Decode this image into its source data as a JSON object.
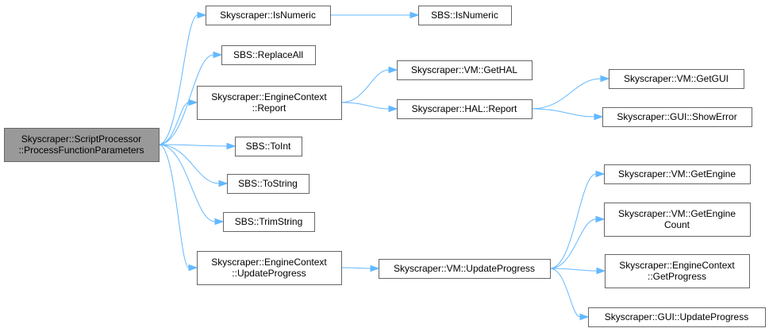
{
  "diagram": {
    "nodes": [
      {
        "id": "root",
        "lines": [
          "Skyscraper::ScriptProcessor",
          "::ProcessFunctionParameters"
        ],
        "root": true
      },
      {
        "id": "sky_isnumeric",
        "lines": [
          "Skyscraper::IsNumeric"
        ]
      },
      {
        "id": "sbs_isnumeric",
        "lines": [
          "SBS::IsNumeric"
        ]
      },
      {
        "id": "sbs_replaceall",
        "lines": [
          "SBS::ReplaceAll"
        ]
      },
      {
        "id": "ec_report",
        "lines": [
          "Skyscraper::EngineContext",
          "::Report"
        ]
      },
      {
        "id": "vm_gethal",
        "lines": [
          "Skyscraper::VM::GetHAL"
        ]
      },
      {
        "id": "hal_report",
        "lines": [
          "Skyscraper::HAL::Report"
        ]
      },
      {
        "id": "vm_getgui",
        "lines": [
          "Skyscraper::VM::GetGUI"
        ]
      },
      {
        "id": "gui_showerror",
        "lines": [
          "Skyscraper::GUI::ShowError"
        ]
      },
      {
        "id": "sbs_toint",
        "lines": [
          "SBS::ToInt"
        ]
      },
      {
        "id": "sbs_tostring",
        "lines": [
          "SBS::ToString"
        ]
      },
      {
        "id": "sbs_trimstring",
        "lines": [
          "SBS::TrimString"
        ]
      },
      {
        "id": "ec_updateprogress",
        "lines": [
          "Skyscraper::EngineContext",
          "::UpdateProgress"
        ]
      },
      {
        "id": "vm_updateprogress",
        "lines": [
          "Skyscraper::VM::UpdateProgress"
        ]
      },
      {
        "id": "vm_getengine",
        "lines": [
          "Skyscraper::VM::GetEngine"
        ]
      },
      {
        "id": "vm_getenginecount",
        "lines": [
          "Skyscraper::VM::GetEngine",
          "Count"
        ]
      },
      {
        "id": "ec_getprogress",
        "lines": [
          "Skyscraper::EngineContext",
          "::GetProgress"
        ]
      },
      {
        "id": "gui_updateprogress",
        "lines": [
          "Skyscraper::GUI::UpdateProgress"
        ]
      }
    ],
    "edges": [
      {
        "from": "root",
        "to": "sky_isnumeric"
      },
      {
        "from": "root",
        "to": "sbs_replaceall"
      },
      {
        "from": "root",
        "to": "ec_report"
      },
      {
        "from": "root",
        "to": "sbs_toint"
      },
      {
        "from": "root",
        "to": "sbs_tostring"
      },
      {
        "from": "root",
        "to": "sbs_trimstring"
      },
      {
        "from": "root",
        "to": "ec_updateprogress"
      },
      {
        "from": "sky_isnumeric",
        "to": "sbs_isnumeric"
      },
      {
        "from": "ec_report",
        "to": "vm_gethal"
      },
      {
        "from": "ec_report",
        "to": "hal_report"
      },
      {
        "from": "hal_report",
        "to": "vm_getgui"
      },
      {
        "from": "hal_report",
        "to": "gui_showerror"
      },
      {
        "from": "ec_updateprogress",
        "to": "vm_updateprogress"
      },
      {
        "from": "vm_updateprogress",
        "to": "vm_getengine"
      },
      {
        "from": "vm_updateprogress",
        "to": "vm_getenginecount"
      },
      {
        "from": "vm_updateprogress",
        "to": "ec_getprogress"
      },
      {
        "from": "vm_updateprogress",
        "to": "gui_updateprogress"
      }
    ]
  }
}
